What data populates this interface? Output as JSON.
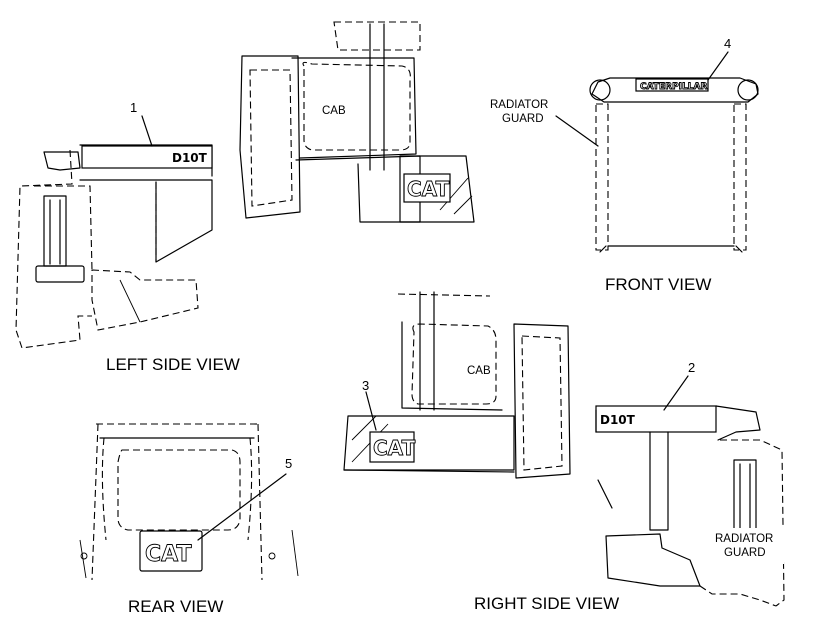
{
  "views": {
    "left_side": "LEFT SIDE VIEW",
    "front": "FRONT VIEW",
    "rear": "REAR VIEW",
    "right_side": "RIGHT SIDE VIEW"
  },
  "callouts": {
    "c1": "1",
    "c2": "2",
    "c3": "3",
    "c4": "4",
    "c5": "5"
  },
  "labels": {
    "cab_left": "CAB",
    "cab_right": "CAB",
    "radiator_guard_front_line1": "RADIATOR",
    "radiator_guard_front_line2": "GUARD",
    "radiator_guard_right_line1": "RADIATOR",
    "radiator_guard_right_line2": "GUARD"
  },
  "decals": {
    "model_left": "D10T",
    "model_right": "D10T",
    "cat_cab_left": "CAT",
    "cat_right": "CAT",
    "cat_rear": "CAT",
    "caterpillar_front": "CATERPILLAR"
  }
}
